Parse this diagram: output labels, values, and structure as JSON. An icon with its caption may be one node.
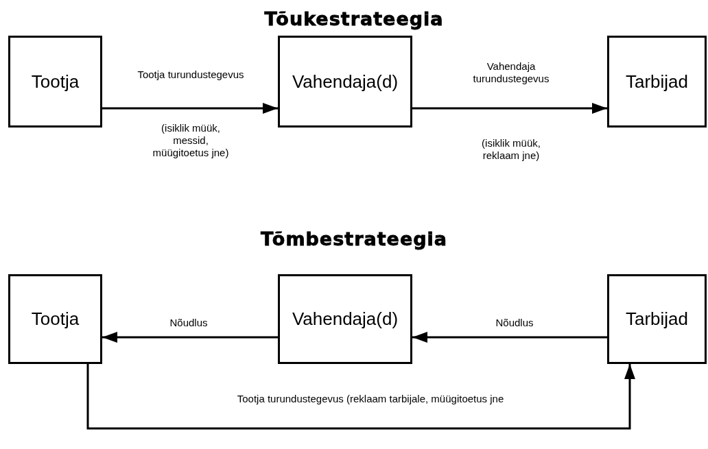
{
  "diagram": {
    "title": "Tõukestrateegia",
    "nodes": [
      {
        "text": [
          "Tootja"
        ]
      },
      {
        "text": [
          "Vahendaja(d)"
        ]
      },
      {
        "text": [
          "Tarbijad"
        ]
      },
      {
        "text": [
          "Tootja"
        ]
      },
      {
        "text": [
          "Vahendaja(d)"
        ]
      },
      {
        "text": [
          "Tarbijad"
        ]
      }
    ],
    "edges": [
      {
        "from": 0,
        "to": 1,
        "arrow": "to",
        "label": "Tootja turundustegevus"
      },
      {
        "from": 1,
        "to": 2,
        "arrow": "to",
        "label": "Vahendaja turundustegevus"
      },
      {
        "from": 4,
        "to": 3,
        "arrow": "to",
        "label": "Nõudlus"
      },
      {
        "from": 5,
        "to": 4,
        "arrow": "to",
        "label": "Nõudlus"
      },
      {
        "from": 3,
        "to": 5,
        "arrow": "to",
        "label": "Tootja turundustegevus (reklaam tarbijale, müügitoetus jne"
      }
    ],
    "labels": [
      "(isiklik müük, messid, müügitoetus jne)",
      "(isiklik müük, reklaam jne)",
      "Tõmbestrateegia"
    ]
  }
}
